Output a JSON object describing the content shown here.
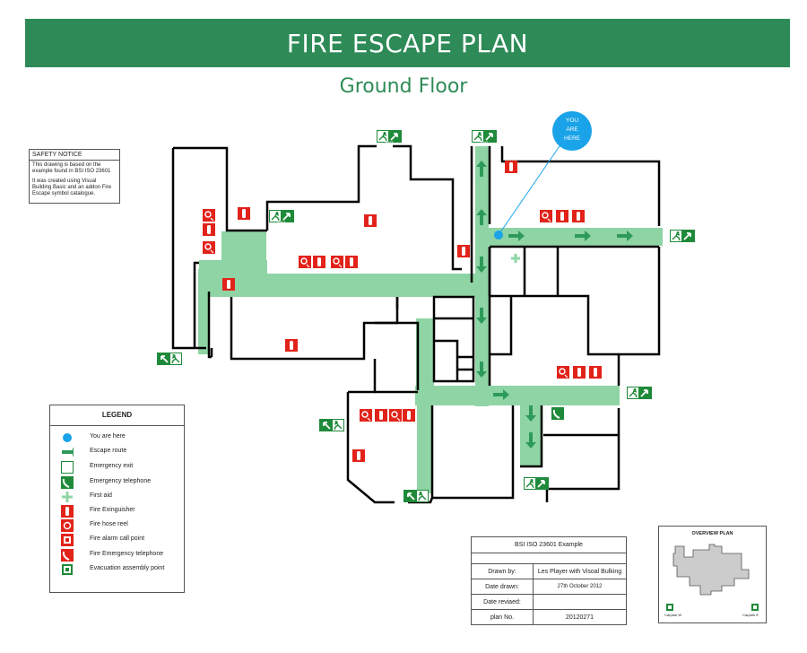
{
  "title": "FIRE ESCAPE PLAN",
  "subtitle": "Ground Floor",
  "you_are_here": [
    "YOU",
    "ARE",
    "HERE"
  ],
  "exit_sign_text": "EXIT",
  "safety_notice": {
    "title": "SAFETY NOTICE",
    "lines_1": "This drawing is based on the example found in BSI ISO 23601",
    "lines_2": "It was created using Visual Building Basic and an addon Fire Escape symbol catalogue."
  },
  "legend": {
    "title": "LEGEND",
    "items": [
      {
        "label": "You are here",
        "icon": "blue-dot-icon"
      },
      {
        "label": "Escape route",
        "icon": "green-arrow-icon"
      },
      {
        "label": "Emergency exit",
        "icon": "emergency-exit-icon"
      },
      {
        "label": "Emergency telephone",
        "icon": "green-phone-icon"
      },
      {
        "label": "First aid",
        "icon": "first-aid-cross-icon"
      },
      {
        "label": "Fire Exinguisher",
        "icon": "fire-extinguisher-icon"
      },
      {
        "label": "Fire hose reel",
        "icon": "fire-hose-reel-icon"
      },
      {
        "label": "Fire alarm call point",
        "icon": "fire-alarm-call-point-icon"
      },
      {
        "label": "Fire Emergency telephone",
        "icon": "fire-telephone-icon"
      },
      {
        "label": "Evacuation assembly point",
        "icon": "assembly-point-icon"
      }
    ]
  },
  "info_block": {
    "title": "BSI ISO 23601 Example",
    "rows": [
      {
        "label": "Drawn by:",
        "value": "Les Player with Visoal Bulking"
      },
      {
        "label": "Date drawn:",
        "value": "27th October 2012"
      },
      {
        "label": "Date reviaed:",
        "value": ""
      },
      {
        "label": "plan No.",
        "value": "20120271"
      }
    ]
  },
  "overview": {
    "title": "OVERVIEW PLAN",
    "carpark_left": "Carpark W",
    "carpark_right": "Carpark E"
  },
  "colors": {
    "brand_green": "#2e8b57",
    "route_fill": "#8fd4a5",
    "arrow_green": "#2e9a5a",
    "sign_green": "#1f8a3a",
    "fire_red": "#e2231a",
    "marker_blue": "#1aa3e8"
  }
}
